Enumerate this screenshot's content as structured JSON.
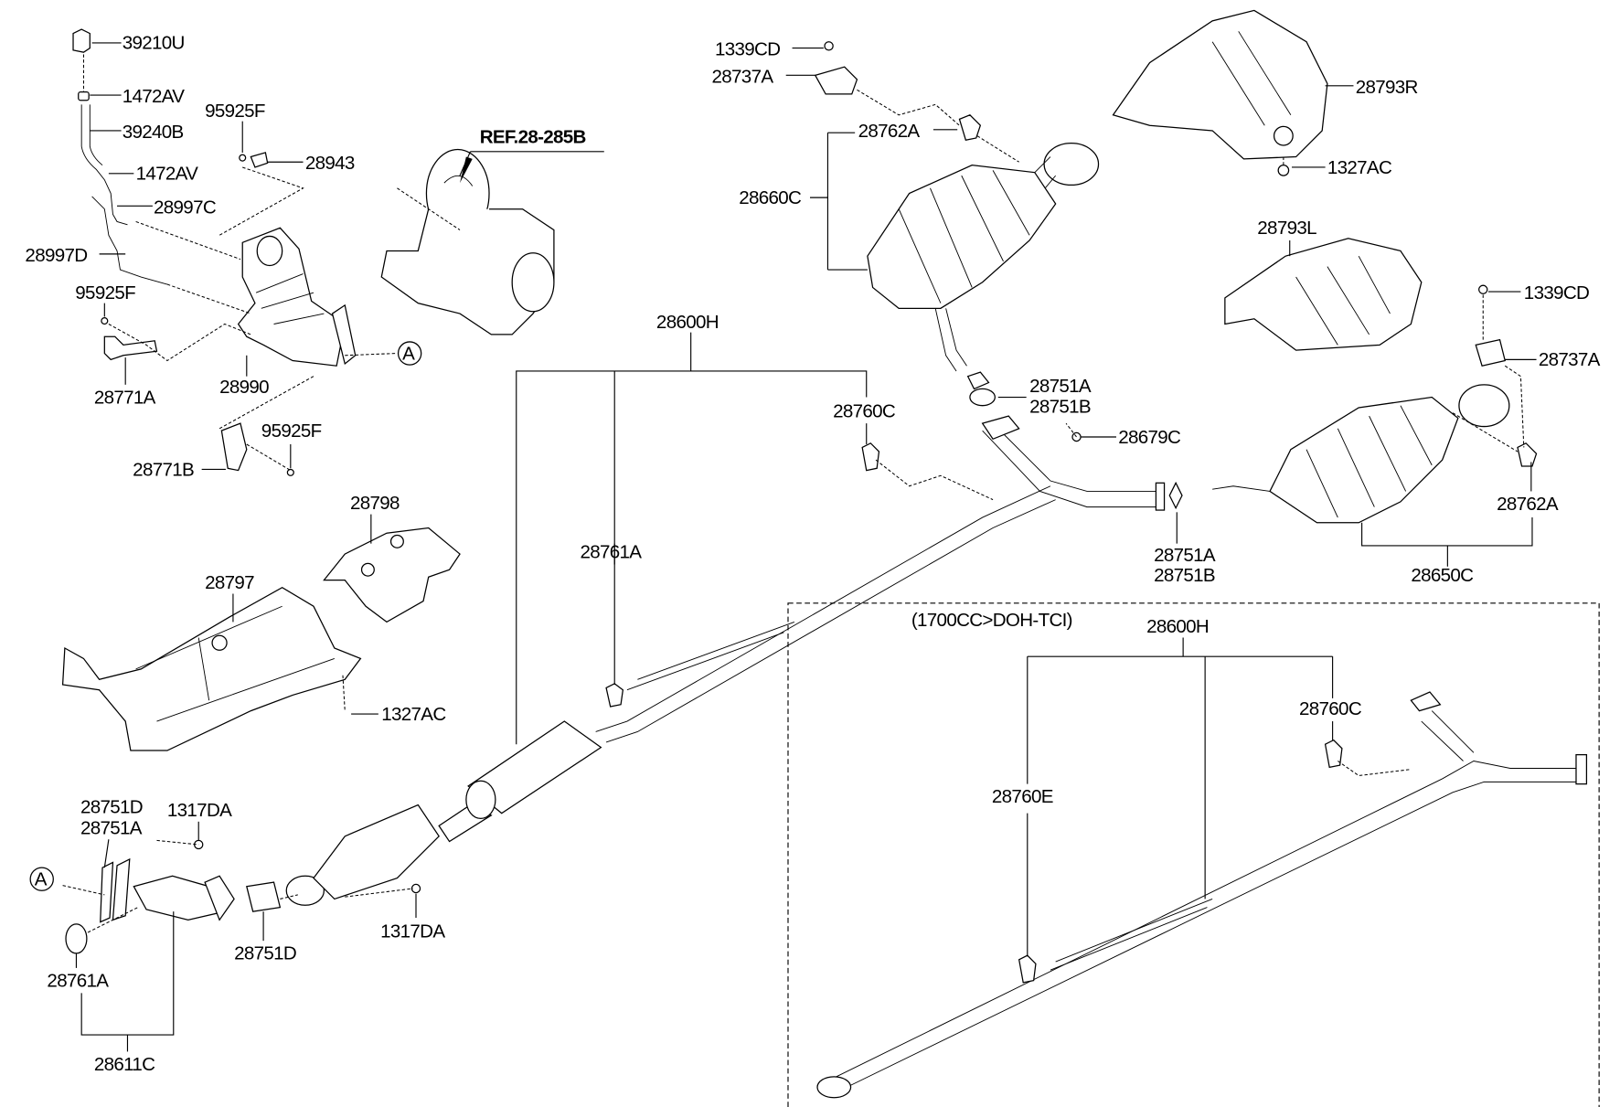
{
  "title": "Exhaust system parts diagram",
  "reference": "REF.28-285B",
  "callout_letter": "A",
  "variant_note": "(1700CC>DOH-TCI)",
  "labels": {
    "p39210U": "39210U",
    "p1472AV_top": "1472AV",
    "p39240B": "39240B",
    "p1472AV_low": "1472AV",
    "p28997C": "28997C",
    "p28997D": "28997D",
    "p95925F_a": "95925F",
    "p28943": "28943",
    "p95925F_b": "95925F",
    "p28771A": "28771A",
    "p28990": "28990",
    "p95925F_c": "95925F",
    "p28771B": "28771B",
    "p28798": "28798",
    "p28797": "28797",
    "p1327AC_front": "1327AC",
    "p28751D_top": "28751D",
    "p28751A_front": "28751A",
    "p1317DA_top": "1317DA",
    "p28761A_front": "28761A",
    "p28611C": "28611C",
    "p28751D_low": "28751D",
    "p1317DA_low": "1317DA",
    "p28600H": "28600H",
    "p28760C": "28760C",
    "p28761A_mid": "28761A",
    "p1339CD_l": "1339CD",
    "p28737A_l": "28737A",
    "p28762A_l": "28762A",
    "p28660C": "28660C",
    "p28793R": "28793R",
    "p1327AC_rear": "1327AC",
    "p28793L": "28793L",
    "p1339CD_r": "1339CD",
    "p28737A_r": "28737A",
    "p28751A_mid": "28751A",
    "p28751B_mid": "28751B",
    "p28679C": "28679C",
    "p28762A_r": "28762A",
    "p28751A_low": "28751A",
    "p28751B_low": "28751B",
    "p28650C": "28650C",
    "p28600H_alt": "28600H",
    "p28760C_alt": "28760C",
    "p28760E": "28760E"
  }
}
